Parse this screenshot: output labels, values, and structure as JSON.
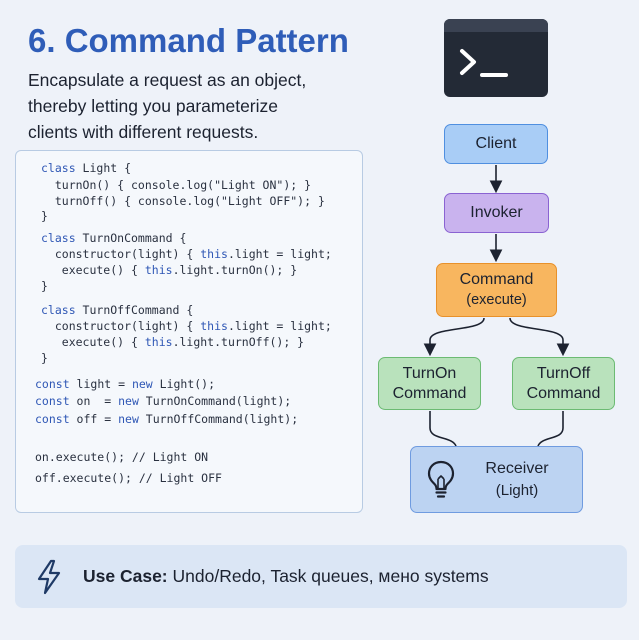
{
  "title": "6. Command Pattern",
  "description": [
    "Encapsulate a request as an object,",
    "thereby letting you parameterize",
    "clients with different requests."
  ],
  "code": {
    "lines": [
      "class Light {",
      "  turnOn() { console.log(\"Light ON\"); }",
      "  turnOff() { console.log(\"Light OFF\"); }",
      "}",
      "class TurnOnCommand {",
      "  constructor(light) { this.light = light;",
      "   execute() { this.light.turnOn(); }",
      "}",
      "class TurnOffCommand {",
      "  constructor(light) { this.light = light;",
      "   execute() { this.light.turnOff(); }",
      "}",
      "const light = new Light();",
      "const on  = new TurnOnCommand(light);",
      "const off = new TurnOffCommand(light);",
      "on.execute(); // Light ON",
      "off.execute(); // Light OFF"
    ]
  },
  "terminal_icon": "terminal-icon",
  "diagram": {
    "client": "Client",
    "invoker": "Invoker",
    "command": "Command",
    "command_sub": "(execute)",
    "turnon_1": "TurnOn",
    "turnon_2": "Command",
    "turnoff_1": "TurnOff",
    "turnoff_2": "Command",
    "receiver": "Receiver",
    "receiver_sub": "(Light)",
    "receiver_icon": "lightbulb-icon"
  },
  "use_case": {
    "label": "Use Case:",
    "text": " Undo/Redo, Task queues, мено systems",
    "icon": "lightning-icon"
  },
  "colors": {
    "title": "#2f5db8",
    "client": "#a9cdf6",
    "invoker": "#c9b3ee",
    "command": "#f8b65f",
    "concrete_command": "#b9e2bc",
    "receiver": "#bcd3f2"
  }
}
